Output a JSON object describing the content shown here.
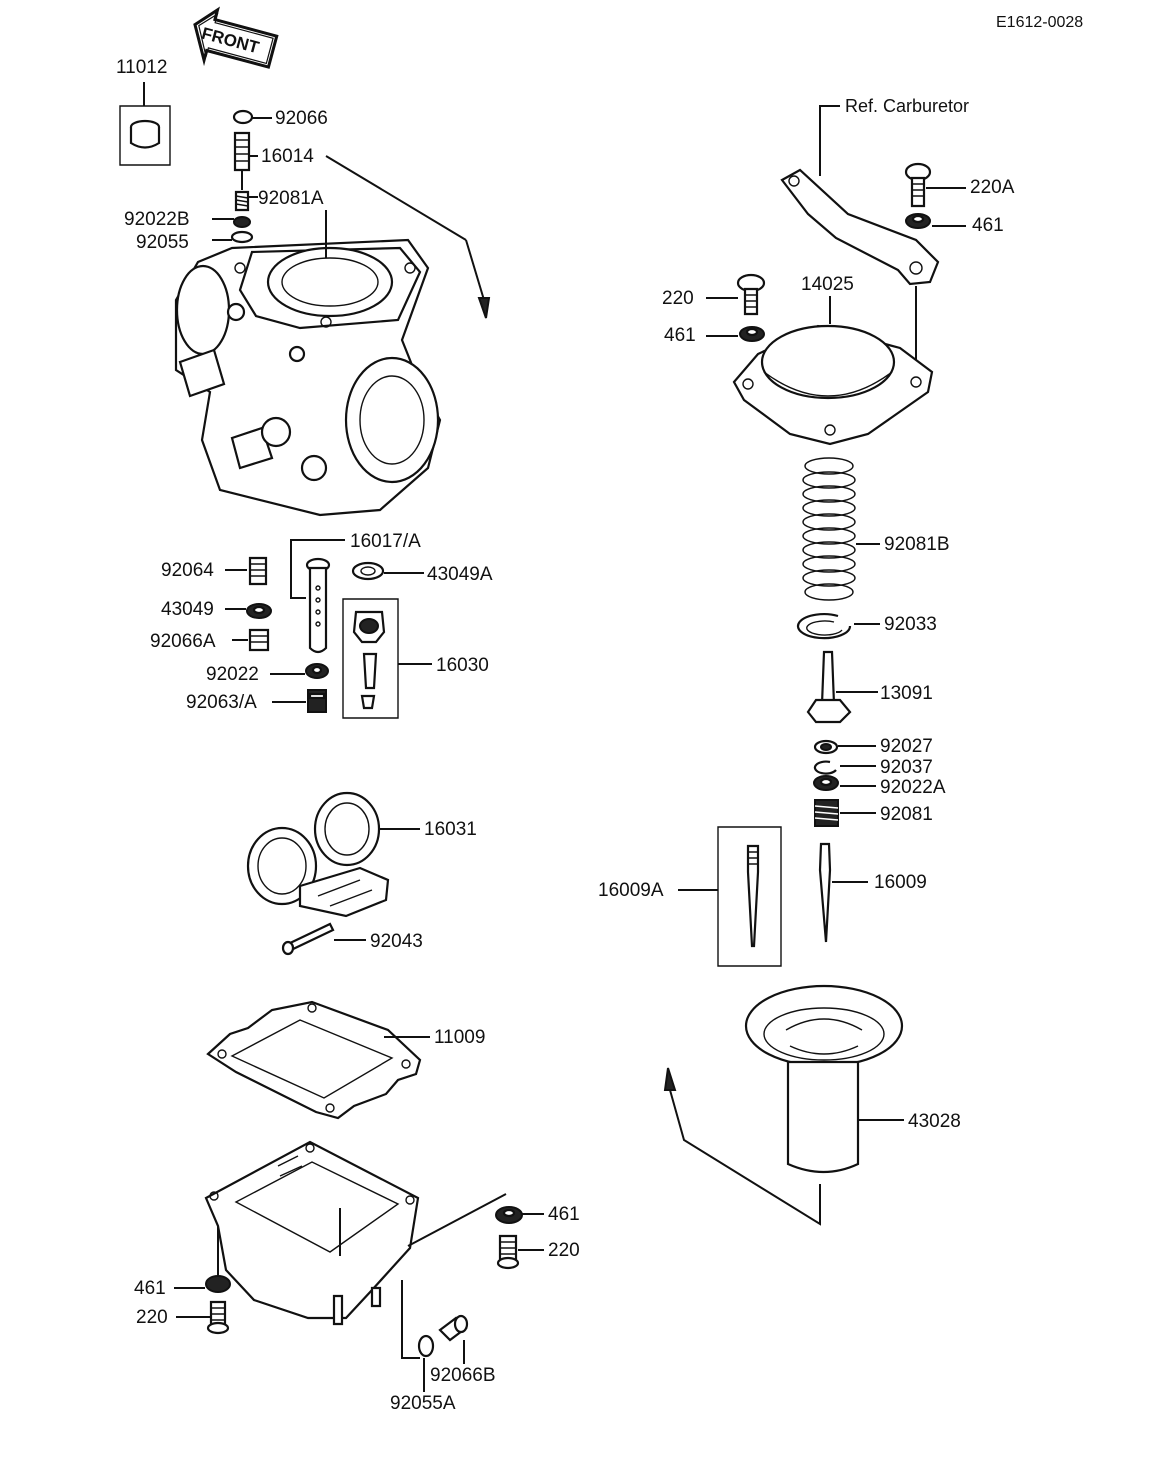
{
  "diagram_code": "E1612-0028",
  "front_label": "FRONT",
  "ref_label": "Ref.  Carburetor",
  "parts": {
    "p11012": "11012",
    "p92066": "92066",
    "p16014": "16014",
    "p92081A": "92081A",
    "p92022B": "92022B",
    "p92055": "92055",
    "p16017A": "16017/A",
    "p92064": "92064",
    "p43049A": "43049A",
    "p43049": "43049",
    "p92066A": "92066A",
    "p92022": "92022",
    "p16030": "16030",
    "p92063A": "92063/A",
    "p16031": "16031",
    "p92043": "92043",
    "p11009": "11009",
    "p461_bl": "461",
    "p220_bl": "220",
    "p461_br": "461",
    "p220_br": "220",
    "p92066B": "92066B",
    "p92055A": "92055A",
    "p220A": "220A",
    "p461_tr": "461",
    "p220_tr": "220",
    "p14025": "14025",
    "p461_r": "461",
    "p92081B": "92081B",
    "p92033": "92033",
    "p13091": "13091",
    "p92027": "92027",
    "p92037": "92037",
    "p92022A": "92022A",
    "p92081": "92081",
    "p16009A": "16009A",
    "p16009": "16009",
    "p43028": "43028"
  }
}
